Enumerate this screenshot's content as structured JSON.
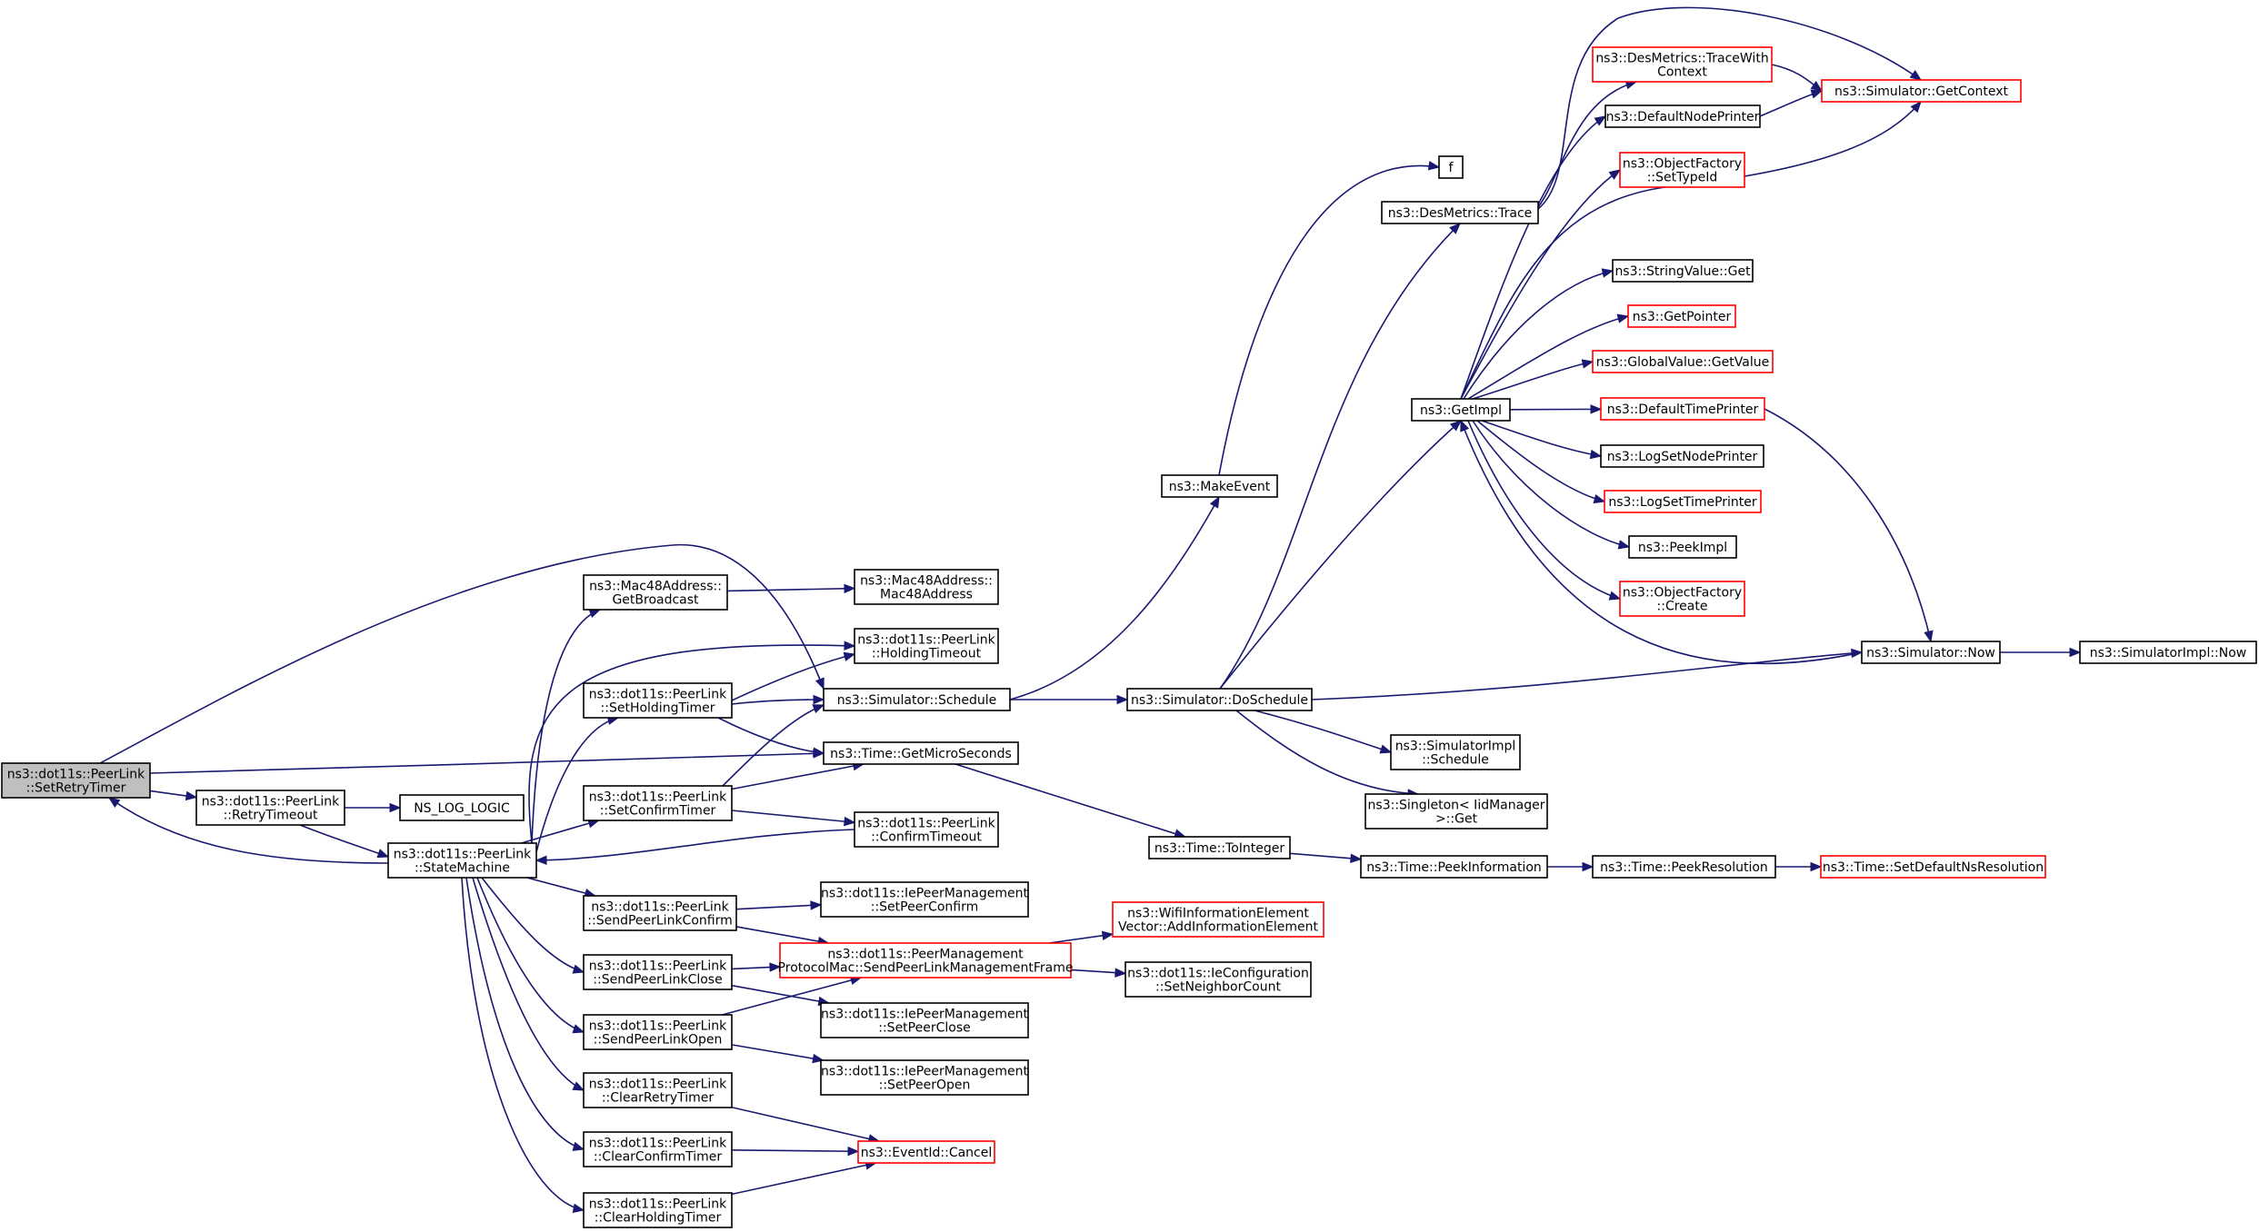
{
  "diagram": {
    "type": "call-graph",
    "nodes": [
      {
        "id": "setretry",
        "lines": [
          "ns3::dot11s::PeerLink",
          "::SetRetryTimer"
        ],
        "highlight": true
      },
      {
        "id": "retrytimeout",
        "lines": [
          "ns3::dot11s::PeerLink",
          "::RetryTimeout"
        ]
      },
      {
        "id": "nslog",
        "lines": [
          "NS_LOG_LOGIC"
        ]
      },
      {
        "id": "statemachine",
        "lines": [
          "ns3::dot11s::PeerLink",
          "::StateMachine"
        ]
      },
      {
        "id": "getbroadcast",
        "lines": [
          "ns3::Mac48Address::",
          "GetBroadcast"
        ]
      },
      {
        "id": "mac48",
        "lines": [
          "ns3::Mac48Address::",
          "Mac48Address"
        ]
      },
      {
        "id": "holdingtimeout",
        "lines": [
          "ns3::dot11s::PeerLink",
          "::HoldingTimeout"
        ]
      },
      {
        "id": "setholding",
        "lines": [
          "ns3::dot11s::PeerLink",
          "::SetHoldingTimer"
        ]
      },
      {
        "id": "schedule",
        "lines": [
          "ns3::Simulator::Schedule"
        ]
      },
      {
        "id": "getmicro",
        "lines": [
          "ns3::Time::GetMicroSeconds"
        ]
      },
      {
        "id": "setconfirm",
        "lines": [
          "ns3::dot11s::PeerLink",
          "::SetConfirmTimer"
        ]
      },
      {
        "id": "confirmtimeout",
        "lines": [
          "ns3::dot11s::PeerLink",
          "::ConfirmTimeout"
        ]
      },
      {
        "id": "sendconfirm",
        "lines": [
          "ns3::dot11s::PeerLink",
          "::SendPeerLinkConfirm"
        ]
      },
      {
        "id": "setpeerconfirm",
        "lines": [
          "ns3::dot11s::IePeerManagement",
          "::SetPeerConfirm"
        ]
      },
      {
        "id": "sendmgmt",
        "lines": [
          "ns3::dot11s::PeerManagement",
          "ProtocolMac::SendPeerLinkManagementFrame"
        ],
        "red": true
      },
      {
        "id": "sendclose",
        "lines": [
          "ns3::dot11s::PeerLink",
          "::SendPeerLinkClose"
        ]
      },
      {
        "id": "setpeerclose",
        "lines": [
          "ns3::dot11s::IePeerManagement",
          "::SetPeerClose"
        ]
      },
      {
        "id": "sendopen",
        "lines": [
          "ns3::dot11s::PeerLink",
          "::SendPeerLinkOpen"
        ]
      },
      {
        "id": "setpeeropen",
        "lines": [
          "ns3::dot11s::IePeerManagement",
          "::SetPeerOpen"
        ]
      },
      {
        "id": "clearretry",
        "lines": [
          "ns3::dot11s::PeerLink",
          "::ClearRetryTimer"
        ]
      },
      {
        "id": "clearconfirm",
        "lines": [
          "ns3::dot11s::PeerLink",
          "::ClearConfirmTimer"
        ]
      },
      {
        "id": "clearholding",
        "lines": [
          "ns3::dot11s::PeerLink",
          "::ClearHoldingTimer"
        ]
      },
      {
        "id": "cancel",
        "lines": [
          "ns3::EventId::Cancel"
        ],
        "red": true
      },
      {
        "id": "addinfo",
        "lines": [
          "ns3::WifiInformationElement",
          "Vector::AddInformationElement"
        ],
        "red": true
      },
      {
        "id": "setneighbor",
        "lines": [
          "ns3::dot11s::IeConfiguration",
          "::SetNeighborCount"
        ]
      },
      {
        "id": "makeevent",
        "lines": [
          "ns3::MakeEvent"
        ]
      },
      {
        "id": "f",
        "lines": [
          "f"
        ]
      },
      {
        "id": "doschedule",
        "lines": [
          "ns3::Simulator::DoSchedule"
        ]
      },
      {
        "id": "tointeger",
        "lines": [
          "ns3::Time::ToInteger"
        ]
      },
      {
        "id": "peekinfo",
        "lines": [
          "ns3::Time::PeekInformation"
        ]
      },
      {
        "id": "peekres",
        "lines": [
          "ns3::Time::PeekResolution"
        ]
      },
      {
        "id": "setdefres",
        "lines": [
          "ns3::Time::SetDefaultNsResolution"
        ],
        "red": true
      },
      {
        "id": "destrace",
        "lines": [
          "ns3::DesMetrics::Trace"
        ]
      },
      {
        "id": "getimpl",
        "lines": [
          "ns3::GetImpl"
        ]
      },
      {
        "id": "simimplsched",
        "lines": [
          "ns3::SimulatorImpl",
          "::Schedule"
        ]
      },
      {
        "id": "singleton",
        "lines": [
          "ns3::Singleton< IidManager",
          ">::Get"
        ]
      },
      {
        "id": "tracectx",
        "lines": [
          "ns3::DesMetrics::TraceWith",
          "Context"
        ],
        "red": true
      },
      {
        "id": "defnodeprinter",
        "lines": [
          "ns3::DefaultNodePrinter"
        ]
      },
      {
        "id": "settypeid",
        "lines": [
          "ns3::ObjectFactory",
          "::SetTypeId"
        ],
        "red": true
      },
      {
        "id": "stringget",
        "lines": [
          "ns3::StringValue::Get"
        ]
      },
      {
        "id": "getpointer",
        "lines": [
          "ns3::GetPointer"
        ],
        "red": true
      },
      {
        "id": "globalget",
        "lines": [
          "ns3::GlobalValue::GetValue"
        ],
        "red": true
      },
      {
        "id": "deftimeprinter",
        "lines": [
          "ns3::DefaultTimePrinter"
        ],
        "red": true
      },
      {
        "id": "logsetnode",
        "lines": [
          "ns3::LogSetNodePrinter"
        ]
      },
      {
        "id": "logsettime",
        "lines": [
          "ns3::LogSetTimePrinter"
        ],
        "red": true
      },
      {
        "id": "peekimpl",
        "lines": [
          "ns3::PeekImpl"
        ]
      },
      {
        "id": "ofcreate",
        "lines": [
          "ns3::ObjectFactory",
          "::Create"
        ],
        "red": true
      },
      {
        "id": "getcontext",
        "lines": [
          "ns3::Simulator::GetContext"
        ],
        "red": true
      },
      {
        "id": "now",
        "lines": [
          "ns3::Simulator::Now"
        ]
      },
      {
        "id": "implnow",
        "lines": [
          "ns3::SimulatorImpl::Now"
        ]
      }
    ],
    "edges": [
      [
        "setretry",
        "retrytimeout"
      ],
      [
        "setretry",
        "schedule"
      ],
      [
        "setretry",
        "getmicro"
      ],
      [
        "retrytimeout",
        "nslog"
      ],
      [
        "retrytimeout",
        "statemachine"
      ],
      [
        "statemachine",
        "setretry"
      ],
      [
        "statemachine",
        "getbroadcast"
      ],
      [
        "statemachine",
        "holdingtimeout"
      ],
      [
        "statemachine",
        "setholding"
      ],
      [
        "statemachine",
        "setconfirm"
      ],
      [
        "statemachine",
        "sendconfirm"
      ],
      [
        "statemachine",
        "sendclose"
      ],
      [
        "statemachine",
        "sendopen"
      ],
      [
        "statemachine",
        "clearretry"
      ],
      [
        "statemachine",
        "clearconfirm"
      ],
      [
        "statemachine",
        "clearholding"
      ],
      [
        "getbroadcast",
        "mac48"
      ],
      [
        "setholding",
        "holdingtimeout"
      ],
      [
        "setholding",
        "schedule"
      ],
      [
        "setholding",
        "getmicro"
      ],
      [
        "setconfirm",
        "schedule"
      ],
      [
        "setconfirm",
        "getmicro"
      ],
      [
        "setconfirm",
        "confirmtimeout"
      ],
      [
        "confirmtimeout",
        "statemachine"
      ],
      [
        "sendconfirm",
        "setpeerconfirm"
      ],
      [
        "sendconfirm",
        "sendmgmt"
      ],
      [
        "sendclose",
        "sendmgmt"
      ],
      [
        "sendclose",
        "setpeerclose"
      ],
      [
        "sendopen",
        "sendmgmt"
      ],
      [
        "sendopen",
        "setpeeropen"
      ],
      [
        "clearretry",
        "cancel"
      ],
      [
        "clearconfirm",
        "cancel"
      ],
      [
        "clearholding",
        "cancel"
      ],
      [
        "sendmgmt",
        "addinfo"
      ],
      [
        "sendmgmt",
        "setneighbor"
      ],
      [
        "schedule",
        "makeevent"
      ],
      [
        "schedule",
        "doschedule"
      ],
      [
        "makeevent",
        "f"
      ],
      [
        "getmicro",
        "tointeger"
      ],
      [
        "tointeger",
        "peekinfo"
      ],
      [
        "peekinfo",
        "peekres"
      ],
      [
        "peekres",
        "setdefres"
      ],
      [
        "doschedule",
        "destrace"
      ],
      [
        "doschedule",
        "getimpl"
      ],
      [
        "doschedule",
        "simimplsched"
      ],
      [
        "doschedule",
        "singleton"
      ],
      [
        "doschedule",
        "now"
      ],
      [
        "destrace",
        "tracectx"
      ],
      [
        "destrace",
        "getcontext"
      ],
      [
        "getimpl",
        "defnodeprinter"
      ],
      [
        "getimpl",
        "settypeid"
      ],
      [
        "getimpl",
        "getcontext"
      ],
      [
        "getimpl",
        "stringget"
      ],
      [
        "getimpl",
        "getpointer"
      ],
      [
        "getimpl",
        "globalget"
      ],
      [
        "getimpl",
        "deftimeprinter"
      ],
      [
        "getimpl",
        "logsetnode"
      ],
      [
        "getimpl",
        "logsettime"
      ],
      [
        "getimpl",
        "peekimpl"
      ],
      [
        "getimpl",
        "ofcreate"
      ],
      [
        "tracectx",
        "getcontext"
      ],
      [
        "defnodeprinter",
        "getcontext"
      ],
      [
        "deftimeprinter",
        "now"
      ],
      [
        "now",
        "getimpl"
      ],
      [
        "now",
        "implnow"
      ]
    ]
  }
}
